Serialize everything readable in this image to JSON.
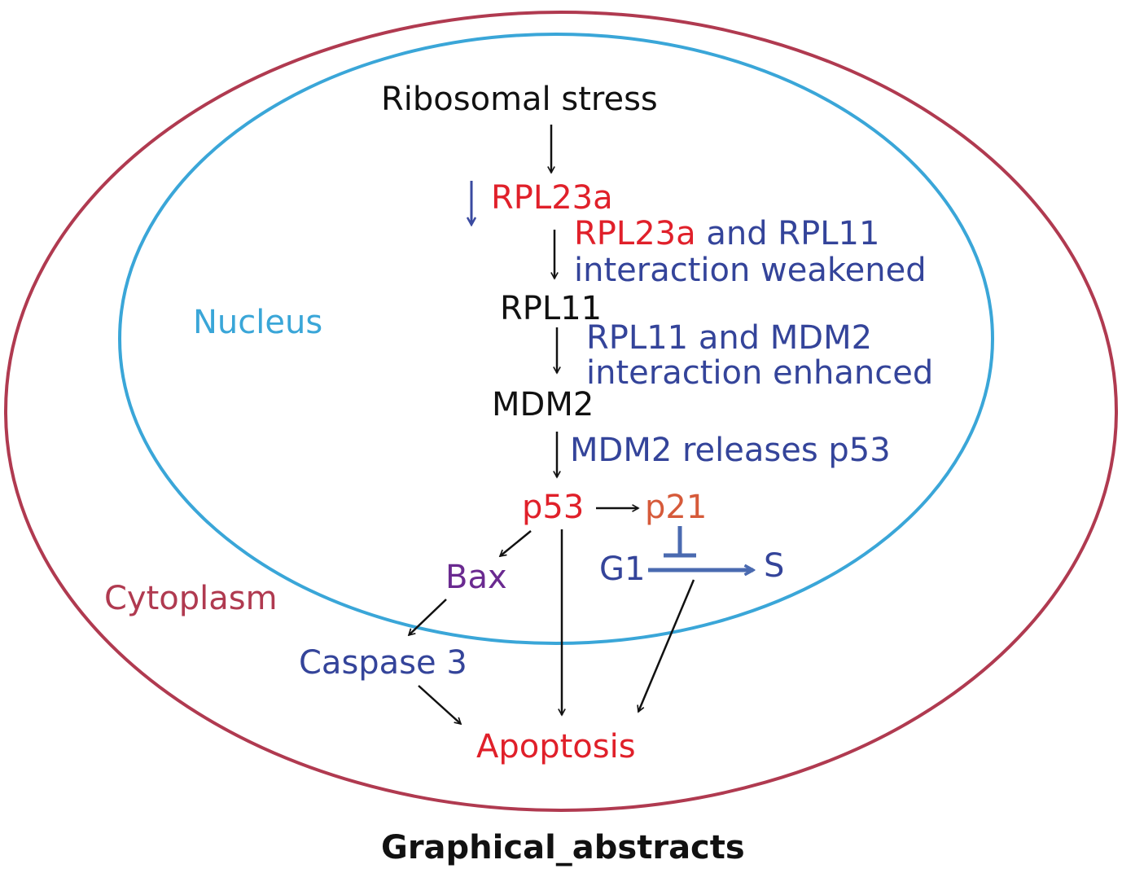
{
  "diagram": {
    "labels": {
      "ribosomal_stress": "Ribosomal stress",
      "rpl23a": "RPL23a",
      "rpl23a_interaction_part1": "RPL23a",
      "rpl23a_interaction_part2": " and RPL11",
      "rpl23a_interaction_line2": "interaction weakened",
      "rpl11": "RPL11",
      "rpl11_interaction_line1": "RPL11 and MDM2",
      "rpl11_interaction_line2": "interaction enhanced",
      "mdm2": "MDM2",
      "mdm2_releases": "MDM2 releases p53",
      "p53": "p53",
      "p21": "p21",
      "bax": "Bax",
      "g1": "G1",
      "s": "S",
      "caspase3": "Caspase 3",
      "apoptosis": "Apoptosis",
      "nucleus": "Nucleus",
      "cytoplasm": "Cytoplasm"
    },
    "title": "Graphical_abstracts",
    "colors": {
      "black": "#111111",
      "red": "#e0202a",
      "blue": "#34449a",
      "light_blue": "#3aa6d8",
      "cytoplasm": "#b03a50",
      "purple": "#6a2a90",
      "orange": "#d65a3a",
      "arrow_blue": "#4a6ab0"
    }
  }
}
